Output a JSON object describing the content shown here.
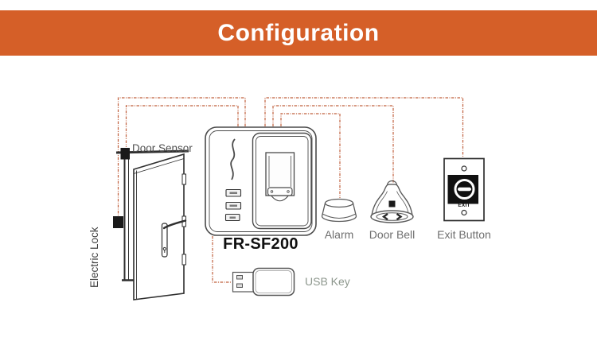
{
  "banner": {
    "title": "Configuration",
    "bg_color": "#D55F28",
    "text_color": "#FFFFFF"
  },
  "device": {
    "model": "FR-SF200"
  },
  "labels": {
    "door_sensor": "Door Sensor",
    "electric_lock": "Electric Lock",
    "alarm": "Alarm",
    "door_bell": "Door Bell",
    "exit_button": "Exit Button",
    "usb_key": "USB Key",
    "exit_plate": "EXIT"
  },
  "colors": {
    "wire": "#C0603E",
    "line_art": "#3E3E3E",
    "label_gray": "#6E6E6E"
  }
}
